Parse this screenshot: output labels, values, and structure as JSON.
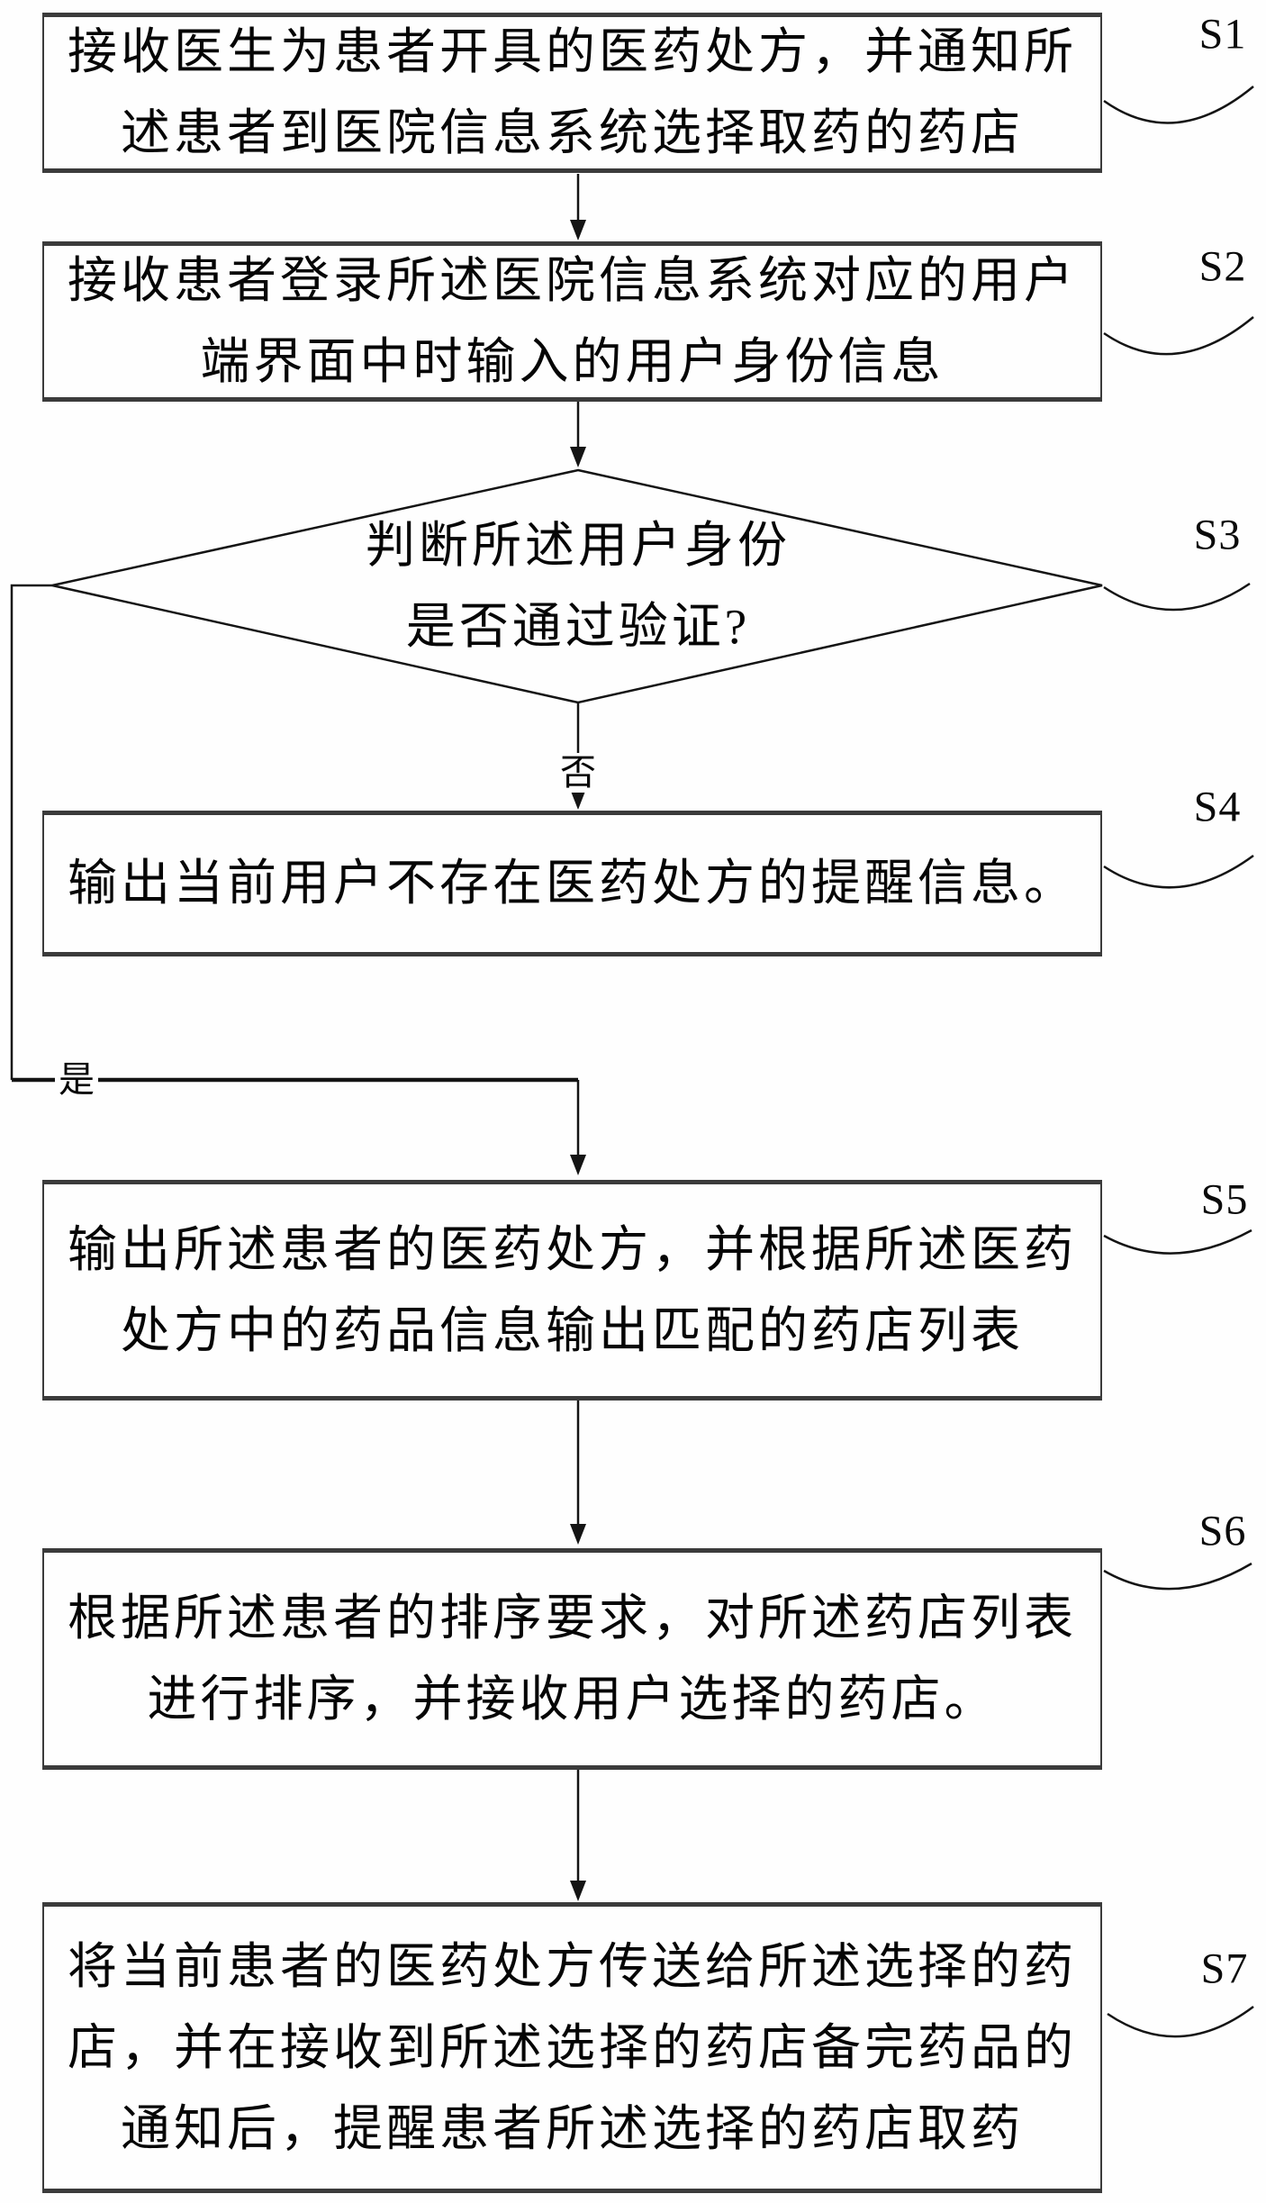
{
  "figure": {
    "type": "flowchart",
    "nodes": [
      {
        "id": "s1",
        "label": "S1",
        "shape": "process",
        "text": "接收医生为患者开具的医药处方，并通知所\n述患者到医院信息系统选择取药的药店"
      },
      {
        "id": "s2",
        "label": "S2",
        "shape": "process",
        "text": "接收患者登录所述医院信息系统对应的用户\n端界面中时输入的用户身份信息"
      },
      {
        "id": "s3",
        "label": "S3",
        "shape": "decision",
        "text": "判断所述用户身份\n是否通过验证?"
      },
      {
        "id": "s4",
        "label": "S4",
        "shape": "process",
        "text": "输出当前用户不存在医药处方的提醒信息。"
      },
      {
        "id": "s5",
        "label": "S5",
        "shape": "process",
        "text": "输出所述患者的医药处方，并根据所述医药\n处方中的药品信息输出匹配的药店列表"
      },
      {
        "id": "s6",
        "label": "S6",
        "shape": "process",
        "text": "根据所述患者的排序要求，对所述药店列表\n进行排序，并接收用户选择的药店。"
      },
      {
        "id": "s7",
        "label": "S7",
        "shape": "process",
        "text": "将当前患者的医药处方传送给所述选择的药\n店，并在接收到所述选择的药店备完药品的\n通知后，提醒患者所述选择的药店取药"
      }
    ],
    "branch_labels": {
      "no": "否",
      "yes": "是"
    },
    "colors": {
      "line": "#141414",
      "box_border": "#3b3b3b",
      "background": "#fefefe",
      "text": "#050505"
    }
  }
}
